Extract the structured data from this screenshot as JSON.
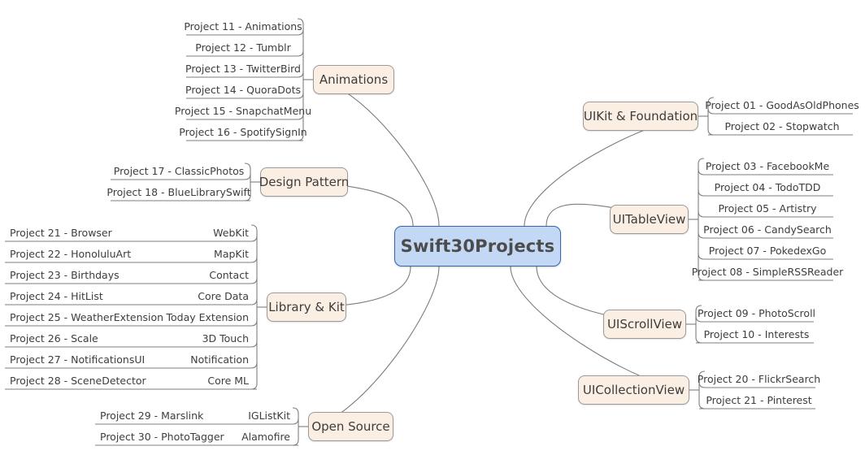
{
  "title": "Swift30Projects mind map",
  "colors": {
    "center_fill": "#c3d8f5",
    "center_border": "#3a64a8",
    "branch_fill": "#fbeee2",
    "branch_border": "#9a9a9a",
    "wire": "#7d7d7d",
    "background": "#ffffff",
    "text": "#3d3d3d"
  },
  "center": {
    "label": "Swift30Projects"
  },
  "branches": [
    {
      "id": "animations",
      "label": "Animations",
      "side": "left",
      "leaves": [
        {
          "name": "Project 11 - Animations"
        },
        {
          "name": "Project 12 - Tumblr"
        },
        {
          "name": "Project 13 - TwitterBird"
        },
        {
          "name": "Project 14 - QuoraDots"
        },
        {
          "name": "Project 15 - SnapchatMenu"
        },
        {
          "name": "Project 16 - SpotifySignIn"
        }
      ]
    },
    {
      "id": "design-pattern",
      "label": "Design Pattern",
      "side": "left",
      "leaves": [
        {
          "name": "Project 17 - ClassicPhotos"
        },
        {
          "name": "Project 18 - BlueLibrarySwift"
        }
      ]
    },
    {
      "id": "library-and-kit",
      "label": "Library & Kit",
      "side": "left",
      "leaves": [
        {
          "name": "Project 21 - Browser",
          "kit": "WebKit"
        },
        {
          "name": "Project 22 - HonoluluArt",
          "kit": "MapKit"
        },
        {
          "name": "Project 23 - Birthdays",
          "kit": "Contact"
        },
        {
          "name": "Project 24 - HitList",
          "kit": "Core Data"
        },
        {
          "name": "Project 25 - WeatherExtension",
          "kit": "Today Extension"
        },
        {
          "name": "Project 26 - Scale",
          "kit": "3D Touch"
        },
        {
          "name": "Project 27 - NotificationsUI",
          "kit": "Notification"
        },
        {
          "name": "Project 28 - SceneDetector",
          "kit": "Core ML"
        }
      ]
    },
    {
      "id": "open-source",
      "label": "Open Source",
      "side": "left",
      "leaves": [
        {
          "name": "Project 29 - Marslink",
          "kit": "IGListKit"
        },
        {
          "name": "Project 30 - PhotoTagger",
          "kit": "Alamofire"
        }
      ]
    },
    {
      "id": "uikit-and-foundation",
      "label": "UIKit & Foundation",
      "side": "right",
      "leaves": [
        {
          "name": "Project 01 - GoodAsOldPhones"
        },
        {
          "name": "Project 02 - Stopwatch"
        }
      ]
    },
    {
      "id": "uitableview",
      "label": "UITableView",
      "side": "right",
      "leaves": [
        {
          "name": "Project 03 - FacebookMe"
        },
        {
          "name": "Project 04 - TodoTDD"
        },
        {
          "name": "Project 05 - Artistry"
        },
        {
          "name": "Project 06 - CandySearch"
        },
        {
          "name": "Project 07 - PokedexGo"
        },
        {
          "name": "Project 08 - SimpleRSSReader"
        }
      ]
    },
    {
      "id": "uiscrollview",
      "label": "UIScrollView",
      "side": "right",
      "leaves": [
        {
          "name": "Project 09 - PhotoScroll"
        },
        {
          "name": "Project 10 - Interests"
        }
      ]
    },
    {
      "id": "uicollectionview",
      "label": "UICollectionView",
      "side": "right",
      "leaves": [
        {
          "name": "Project 20 - FlickrSearch"
        },
        {
          "name": "Project  21 - Pinterest"
        }
      ]
    }
  ]
}
